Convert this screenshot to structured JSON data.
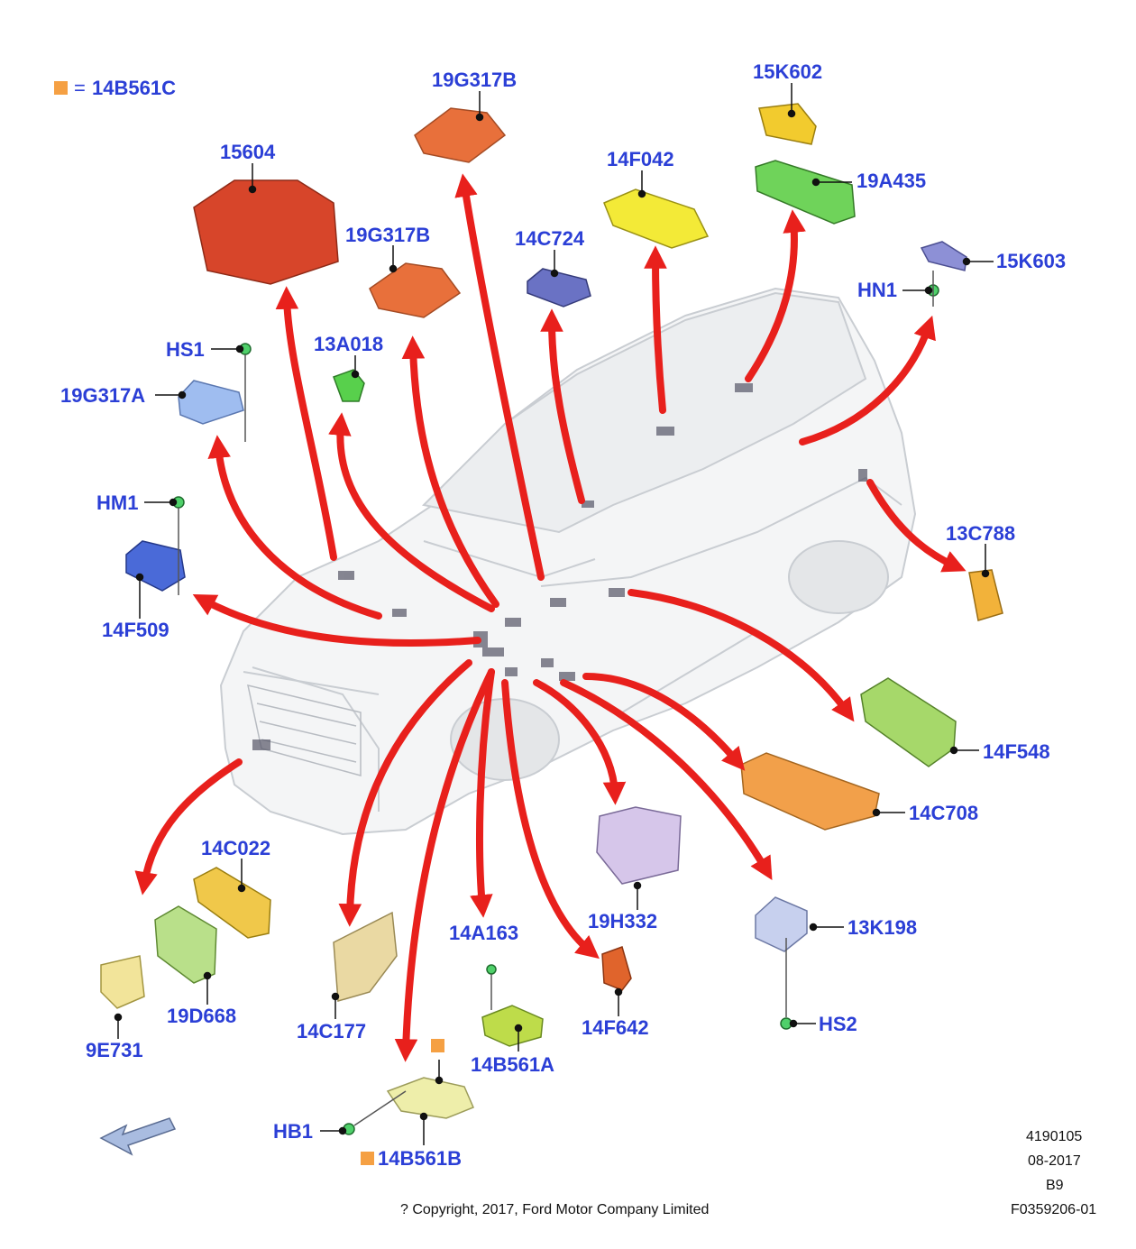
{
  "legend": {
    "label": "14B561C",
    "equals": "=",
    "marker_color": "#f5a043"
  },
  "labels": {
    "l_15604": "15604",
    "l_19G317B_top": "19G317B",
    "l_19G317B_mid": "19G317B",
    "l_15K602": "15K602",
    "l_14F042": "14F042",
    "l_19A435": "19A435",
    "l_14C724": "14C724",
    "l_15K603": "15K603",
    "l_HN1": "HN1",
    "l_HS1": "HS1",
    "l_13A018": "13A018",
    "l_19G317A": "19G317A",
    "l_HM1": "HM1",
    "l_14F509": "14F509",
    "l_13C788": "13C788",
    "l_14F548": "14F548",
    "l_14C708": "14C708",
    "l_14C022": "14C022",
    "l_19D668": "19D668",
    "l_9E731": "9E731",
    "l_14C177": "14C177",
    "l_14A163": "14A163",
    "l_14B561A": "14B561A",
    "l_14F642": "14F642",
    "l_19H332": "19H332",
    "l_13K198": "13K198",
    "l_HS2": "HS2",
    "l_HB1": "HB1",
    "l_14B561B": "14B561B"
  },
  "footer": {
    "code": "4190105",
    "date": "08-2017",
    "rev": "B9",
    "figure_id": "F0359206-01",
    "copyright": "? Copyright, 2017, Ford Motor Company Limited"
  },
  "colors": {
    "label": "#2b3fd6",
    "arrow": "#e8201c",
    "marker": "#f5a043"
  },
  "icons": [
    "direction-arrow-icon"
  ]
}
